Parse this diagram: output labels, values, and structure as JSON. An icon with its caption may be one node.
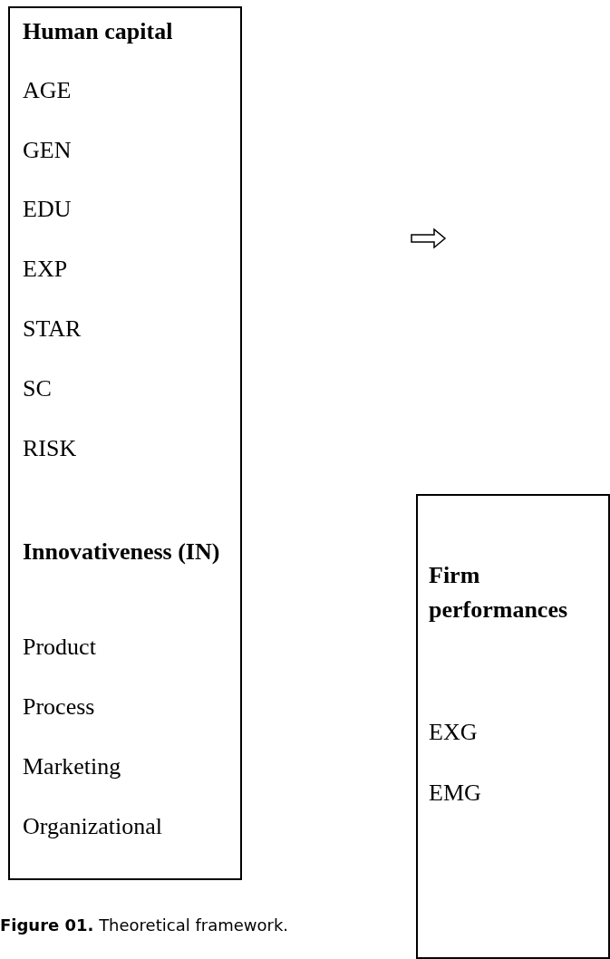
{
  "diagram": {
    "caption": "**Figure 01.** Theoretical framework.",
    "nodes": [
      {
        "text": [
          "Human capital",
          "AGE",
          "GEN",
          "EDU",
          "EXP",
          "STAR",
          "SC",
          "RISK",
          "Innovativeness (IN)",
          "Product",
          "Process",
          "Marketing",
          "Organizational"
        ]
      },
      {
        "text": [
          "Firm performances",
          "EXG",
          "EMG"
        ]
      }
    ]
  }
}
